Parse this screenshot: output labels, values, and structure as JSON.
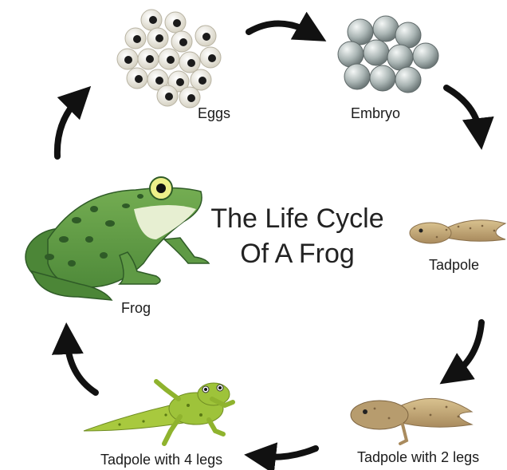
{
  "diagram": {
    "title_line1": "The Life Cycle",
    "title_line2": "Of A Frog",
    "stages": {
      "eggs": "Eggs",
      "embryo": "Embryo",
      "tadpole": "Tadpole",
      "tadpole_2_legs": "Tadpole with 2 legs",
      "tadpole_4_legs": "Tadpole with 4 legs",
      "frog": "Frog"
    }
  },
  "colors": {
    "arrow": "#111111",
    "egg_shell": "#e9e6d8",
    "egg_yolk": "#1b1b1b",
    "embryo": "#b9c3c2",
    "tadpole": "#bfa57b",
    "froglet": "#9ec33a",
    "frog_body": "#5f9a45",
    "frog_spots": "#2f5b27"
  }
}
